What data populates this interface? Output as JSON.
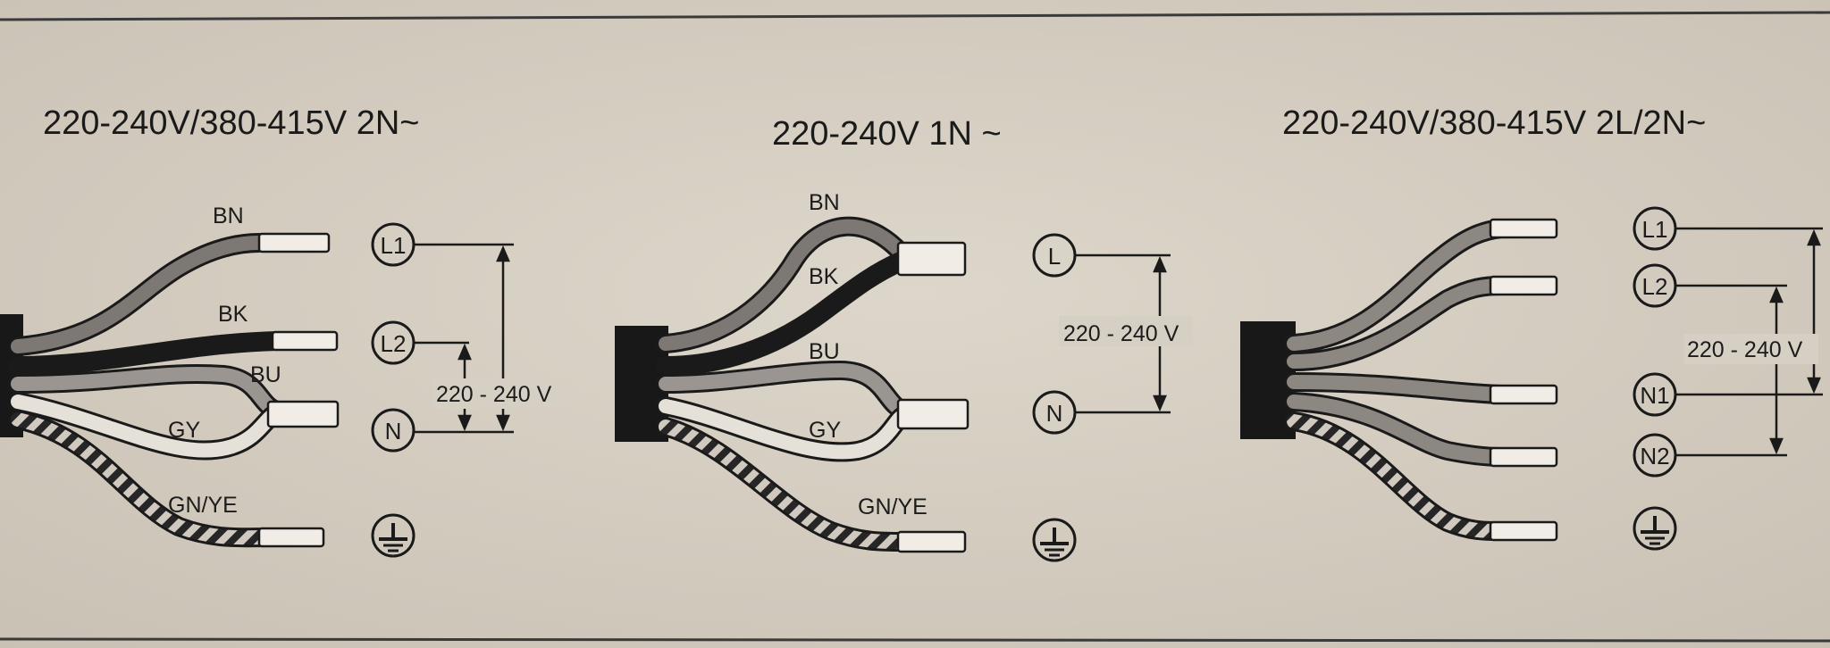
{
  "diagrams": [
    {
      "title": "220-240V/380-415V 2N~",
      "wire_labels": [
        "BN",
        "BK",
        "BU",
        "GY",
        "GN/YE"
      ],
      "terminals": [
        "L1",
        "L2",
        "N"
      ],
      "voltage": "220 - 240 V"
    },
    {
      "title": "220-240V 1N ~",
      "wire_labels": [
        "BN",
        "BK",
        "BU",
        "GY",
        "GN/YE"
      ],
      "terminals": [
        "L",
        "N"
      ],
      "voltage": "220 - 240 V"
    },
    {
      "title": "220-240V/380-415V 2L/2N~",
      "terminals": [
        "L1",
        "L2",
        "N1",
        "N2"
      ],
      "voltage": "220 - 240 V"
    }
  ],
  "colors": {
    "paper": "#d8d1c5",
    "brown_wire": "#7d7873",
    "black_wire": "#1c1c1c",
    "blue_wire": "#9a9590",
    "grey_wire": "#e6e1d8",
    "earth_wire": "striped",
    "ink": "#1c1c1c"
  },
  "icons": [
    "earth-ground-icon"
  ]
}
